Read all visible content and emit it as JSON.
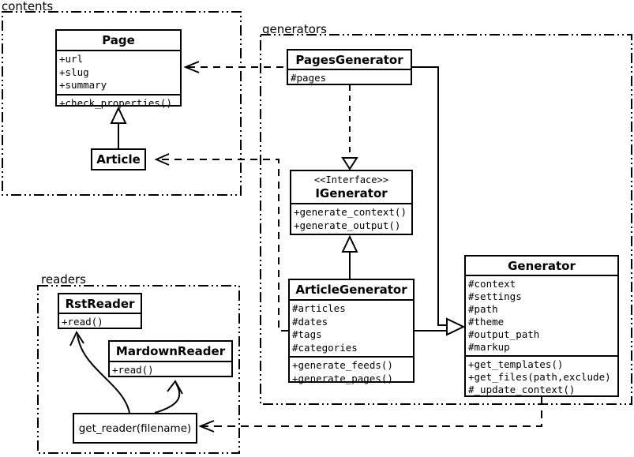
{
  "packages": {
    "contents": {
      "label": "contents"
    },
    "generators": {
      "label": "generators"
    },
    "readers": {
      "label": "readers"
    }
  },
  "classes": {
    "page": {
      "name": "Page",
      "attributes": [
        "+url",
        "+slug",
        "+summary"
      ],
      "methods": [
        "+check_properties()"
      ]
    },
    "article": {
      "name": "Article"
    },
    "pages_generator": {
      "name": "PagesGenerator",
      "attributes": [
        "#pages"
      ]
    },
    "igenerator": {
      "stereotype": "<<Interface>>",
      "name": "IGenerator",
      "methods": [
        "+generate_context()",
        "+generate_output()"
      ]
    },
    "article_generator": {
      "name": "ArticleGenerator",
      "attributes": [
        "#articles",
        "#dates",
        "#tags",
        "#categories"
      ],
      "methods": [
        "+generate_feeds()",
        "+generate_pages()"
      ]
    },
    "generator": {
      "name": "Generator",
      "attributes": [
        "#context",
        "#settings",
        "#path",
        "#theme",
        "#output_path",
        "#markup"
      ],
      "methods": [
        "+get_templates()",
        "+get_files(path,exclude)",
        "#_update_context()"
      ]
    },
    "rst_reader": {
      "name": "RstReader",
      "methods": [
        "+read()"
      ]
    },
    "markdown_reader": {
      "name": "MardownReader",
      "methods": [
        "+read()"
      ]
    },
    "get_reader": {
      "name": "get_reader(filename)"
    }
  },
  "colors": {
    "line": "#000000",
    "background": "#ffffff"
  }
}
